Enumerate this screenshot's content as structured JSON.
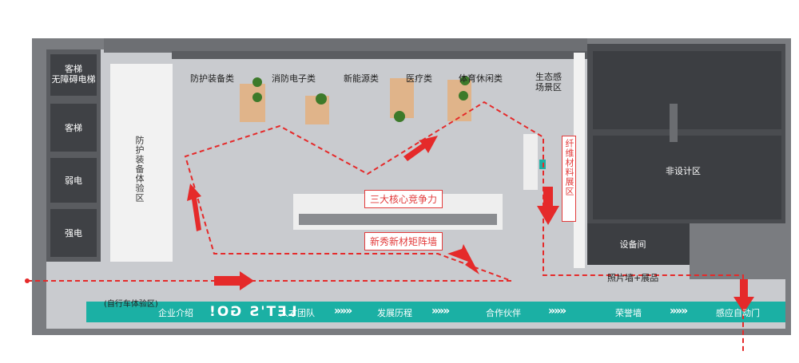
{
  "rooms": {
    "elevator_accessible": "客梯\n无障碍电梯",
    "elevator": "客梯",
    "weak_current": "弱电",
    "strong_current": "强电",
    "non_design": "非设计区",
    "equipment": "设备间"
  },
  "zones": {
    "protective": "防护装备类",
    "fire_electronic": "消防电子类",
    "new_energy": "新能源类",
    "medical": "医疗类",
    "sports": "体育休闲类",
    "eco_scene": "生态感\n场景区",
    "protective_experience": "防护装备体验区",
    "fiber_material": "纤维材料展区",
    "core_competence": "三大核心竞争力",
    "new_material_wall": "新秀新材矩阵墙",
    "photo_wall": "照片墙+展品",
    "bike_experience": "(自行车体验区)"
  },
  "banner": {
    "items": [
      "企业介绍",
      "人才团队",
      "发展历程",
      "合作伙伴",
      "荣誉墙",
      "感应自动门"
    ],
    "slogan": "LET'S GO!",
    "color": "#1bb0a4"
  },
  "colors": {
    "route": "#e52a2a",
    "floor": "#c9cbcf",
    "room_dark": "#4a4c50"
  }
}
